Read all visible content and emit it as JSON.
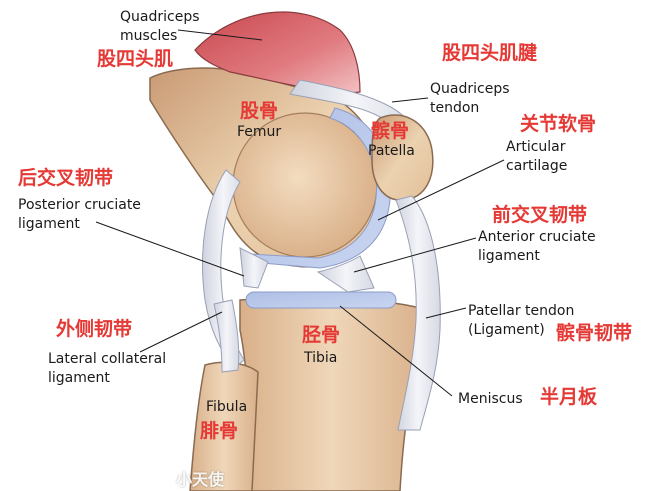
{
  "labels": {
    "quadriceps_muscles": {
      "en": [
        "Quadriceps",
        "muscles"
      ],
      "zh": "股四头肌"
    },
    "quadriceps_tendon": {
      "en": [
        "Quadriceps",
        "tendon"
      ],
      "zh": "股四头肌腱"
    },
    "femur": {
      "en": "Femur",
      "zh": "股骨"
    },
    "patella": {
      "en": "Patella",
      "zh": "髌骨"
    },
    "articular_cartilage": {
      "en": [
        "Articular",
        "cartilage"
      ],
      "zh": "关节软骨"
    },
    "posterior_cruciate_ligament": {
      "en": [
        "Posterior cruciate",
        "ligament"
      ],
      "zh": "后交叉韧带"
    },
    "anterior_cruciate_ligament": {
      "en": [
        "Anterior cruciate",
        "ligament"
      ],
      "zh": "前交叉韧带"
    },
    "lateral_collateral_ligament": {
      "en": [
        "Lateral collateral",
        "ligament"
      ],
      "zh": "外侧韧带"
    },
    "patellar_tendon": {
      "en": [
        "Patellar tendon",
        "(Ligament)"
      ],
      "zh": "髌骨韧带"
    },
    "tibia": {
      "en": "Tibia",
      "zh": "胫骨"
    },
    "meniscus": {
      "en": "Meniscus",
      "zh": "半月板"
    },
    "fibula": {
      "en": "Fibula",
      "zh": "腓骨"
    }
  },
  "watermark": "小天使",
  "colors": {
    "label_zh": "#e53935",
    "label_en": "#1a1a1a",
    "bone": "#e8c9a0",
    "bone_shadow": "#c99a74",
    "cartilage": "#b9c8ea",
    "ligament": "#e6e8ef",
    "muscle": "#d9656a",
    "leader_line": "#1a1a1a"
  }
}
